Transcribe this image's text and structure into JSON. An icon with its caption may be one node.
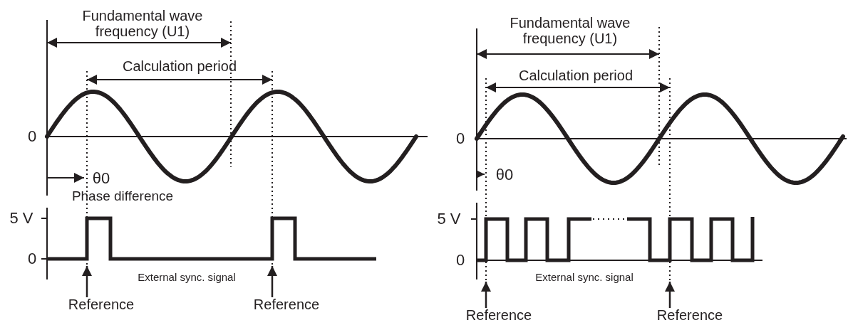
{
  "diagram": {
    "nodes": [
      {
        "text": [
          "Reference"
        ]
      },
      {
        "text": [
          "Reference"
        ]
      },
      {
        "text": [
          "Reference"
        ]
      },
      {
        "text": [
          "Reference"
        ]
      }
    ],
    "edges": [
      {
        "from": 0,
        "to": null,
        "arrow": "to"
      },
      {
        "from": 1,
        "to": null,
        "arrow": "to"
      },
      {
        "from": 2,
        "to": null,
        "arrow": "to"
      },
      {
        "from": 3,
        "to": null,
        "arrow": "to"
      }
    ],
    "labels": [
      "Fundamental wave frequency (U1)",
      "Calculation period",
      "0",
      "θ0",
      "Phase difference",
      "5 V",
      "0",
      "External sync. signal",
      "Fundamental wave frequency (U1)",
      "Calculation period",
      "0",
      "θ0",
      "5 V",
      "0",
      "External sync. signal"
    ]
  }
}
